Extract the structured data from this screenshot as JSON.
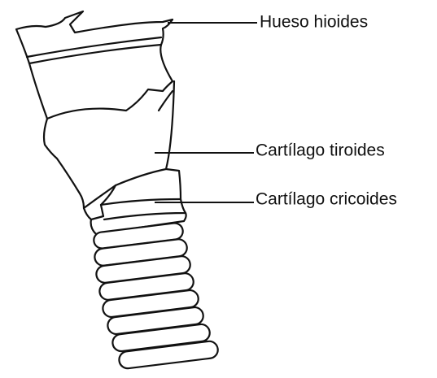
{
  "labels": {
    "hyoid": "Hueso hioides",
    "thyroid": "Cartílago tiroides",
    "cricoid": "Cartílago cricoides"
  },
  "colors": {
    "stroke": "#111111",
    "background": "#ffffff"
  }
}
